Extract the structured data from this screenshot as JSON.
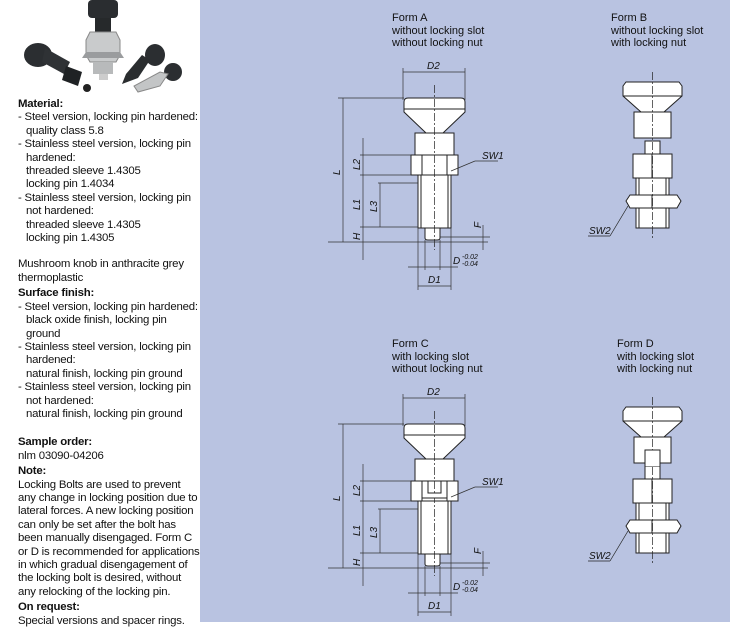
{
  "material": {
    "heading": "Material:",
    "items": [
      {
        "lines": [
          "- Steel version, locking pin hardened:",
          "quality class 5.8"
        ]
      },
      {
        "lines": [
          "- Stainless steel version, locking pin",
          "hardened:",
          "threaded sleeve 1.4305",
          "locking pin 1.4034"
        ]
      },
      {
        "lines": [
          "- Stainless steel version, locking pin",
          "not hardened:",
          "threaded sleeve 1.4305",
          "locking pin 1.4305"
        ]
      }
    ]
  },
  "knob_text": [
    "Mushroom knob in anthracite grey",
    "thermoplastic"
  ],
  "surface": {
    "heading": "Surface finish:",
    "items": [
      {
        "lines": [
          "- Steel version, locking pin hardened:",
          "black oxide finish, locking pin ground"
        ]
      },
      {
        "lines": [
          "- Stainless steel version, locking pin",
          "hardened:",
          "natural finish, locking pin ground"
        ]
      },
      {
        "lines": [
          "- Stainless steel version, locking pin",
          "not hardened:",
          "natural finish, locking pin ground"
        ]
      }
    ]
  },
  "sample_order": {
    "heading": "Sample order:",
    "value": "nlm 03090-04206"
  },
  "note": {
    "heading": "Note:",
    "text": "Locking Bolts are used to prevent any change in locking position due to lateral forces. A new locking position can only be set after the bolt has been manually disengaged. Form C or D is recommended for applications in which gradual disengagement of the locking bolt is desired, without any relocking of the locking pin."
  },
  "on_request": {
    "heading": "On request:",
    "text": "Special versions and spacer rings."
  },
  "forms": {
    "a": [
      "Form A",
      "without locking slot",
      "without locking nut"
    ],
    "b": [
      "Form B",
      "without locking slot",
      "with locking nut"
    ],
    "c": [
      "Form C",
      "with locking slot",
      "without locking nut"
    ],
    "d": [
      "Form D",
      "with locking slot",
      "with locking nut"
    ]
  },
  "dims": {
    "D2": "D2",
    "L": "L",
    "L1": "L1",
    "L2": "L2",
    "L3": "L3",
    "H": "H",
    "F": "F",
    "SW1": "SW1",
    "SW2": "SW2",
    "D": "D",
    "tol_up": "-0.02",
    "tol_low": "-0.04",
    "D1": "D1"
  },
  "colors": {
    "panel": "#b9c3e1"
  }
}
